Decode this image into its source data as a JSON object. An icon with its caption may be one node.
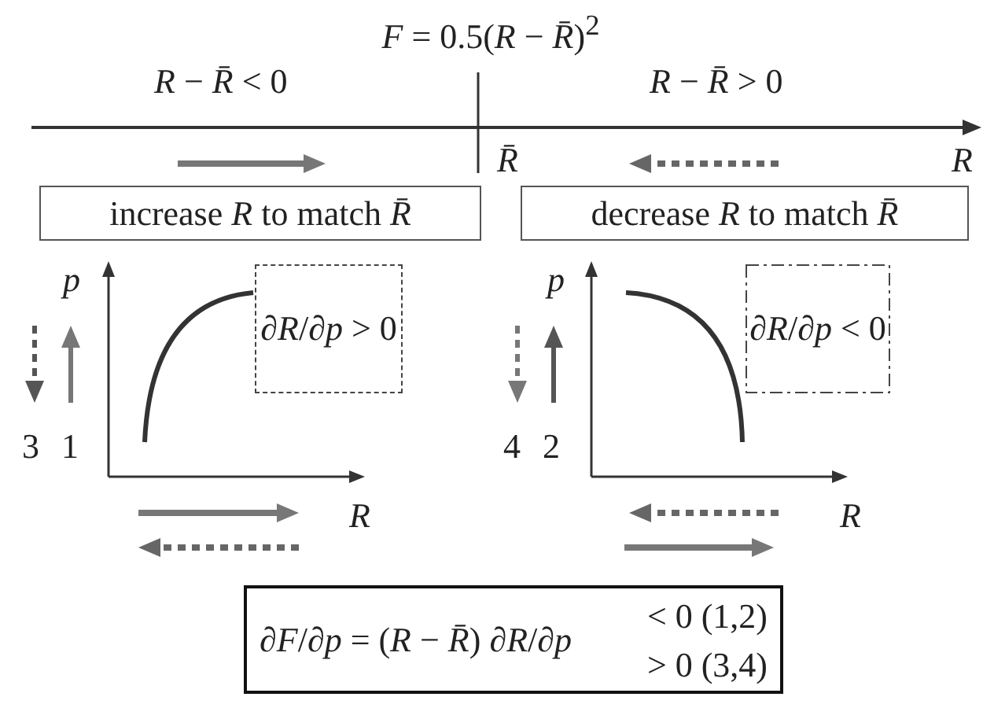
{
  "diagram": {
    "title": "*F* = 0.5(*R* − *R̄*)$^{2}$",
    "nodes": [
      {
        "text": [
          "increase *R* to match *R̄*"
        ]
      },
      {
        "text": [
          "decrease *R* to match *R̄*"
        ]
      },
      {
        "text": [
          "∂*R*/∂*p* > 0"
        ]
      },
      {
        "text": [
          "∂*R*/∂*p* < 0"
        ]
      },
      {
        "text": [
          "∂*F*/∂*p* = (*R* − *R̄*) ∂*R*/∂*p*",
          "< 0  (1,2)",
          "> 0  (3,4)"
        ]
      }
    ],
    "labels": [
      "*R* − *R̄* < 0",
      "*R* − *R̄* > 0",
      "*R̄*",
      "*R*",
      "*p*",
      "3",
      "1",
      "*p*",
      "4",
      "2",
      "*R*",
      "*R*"
    ]
  }
}
